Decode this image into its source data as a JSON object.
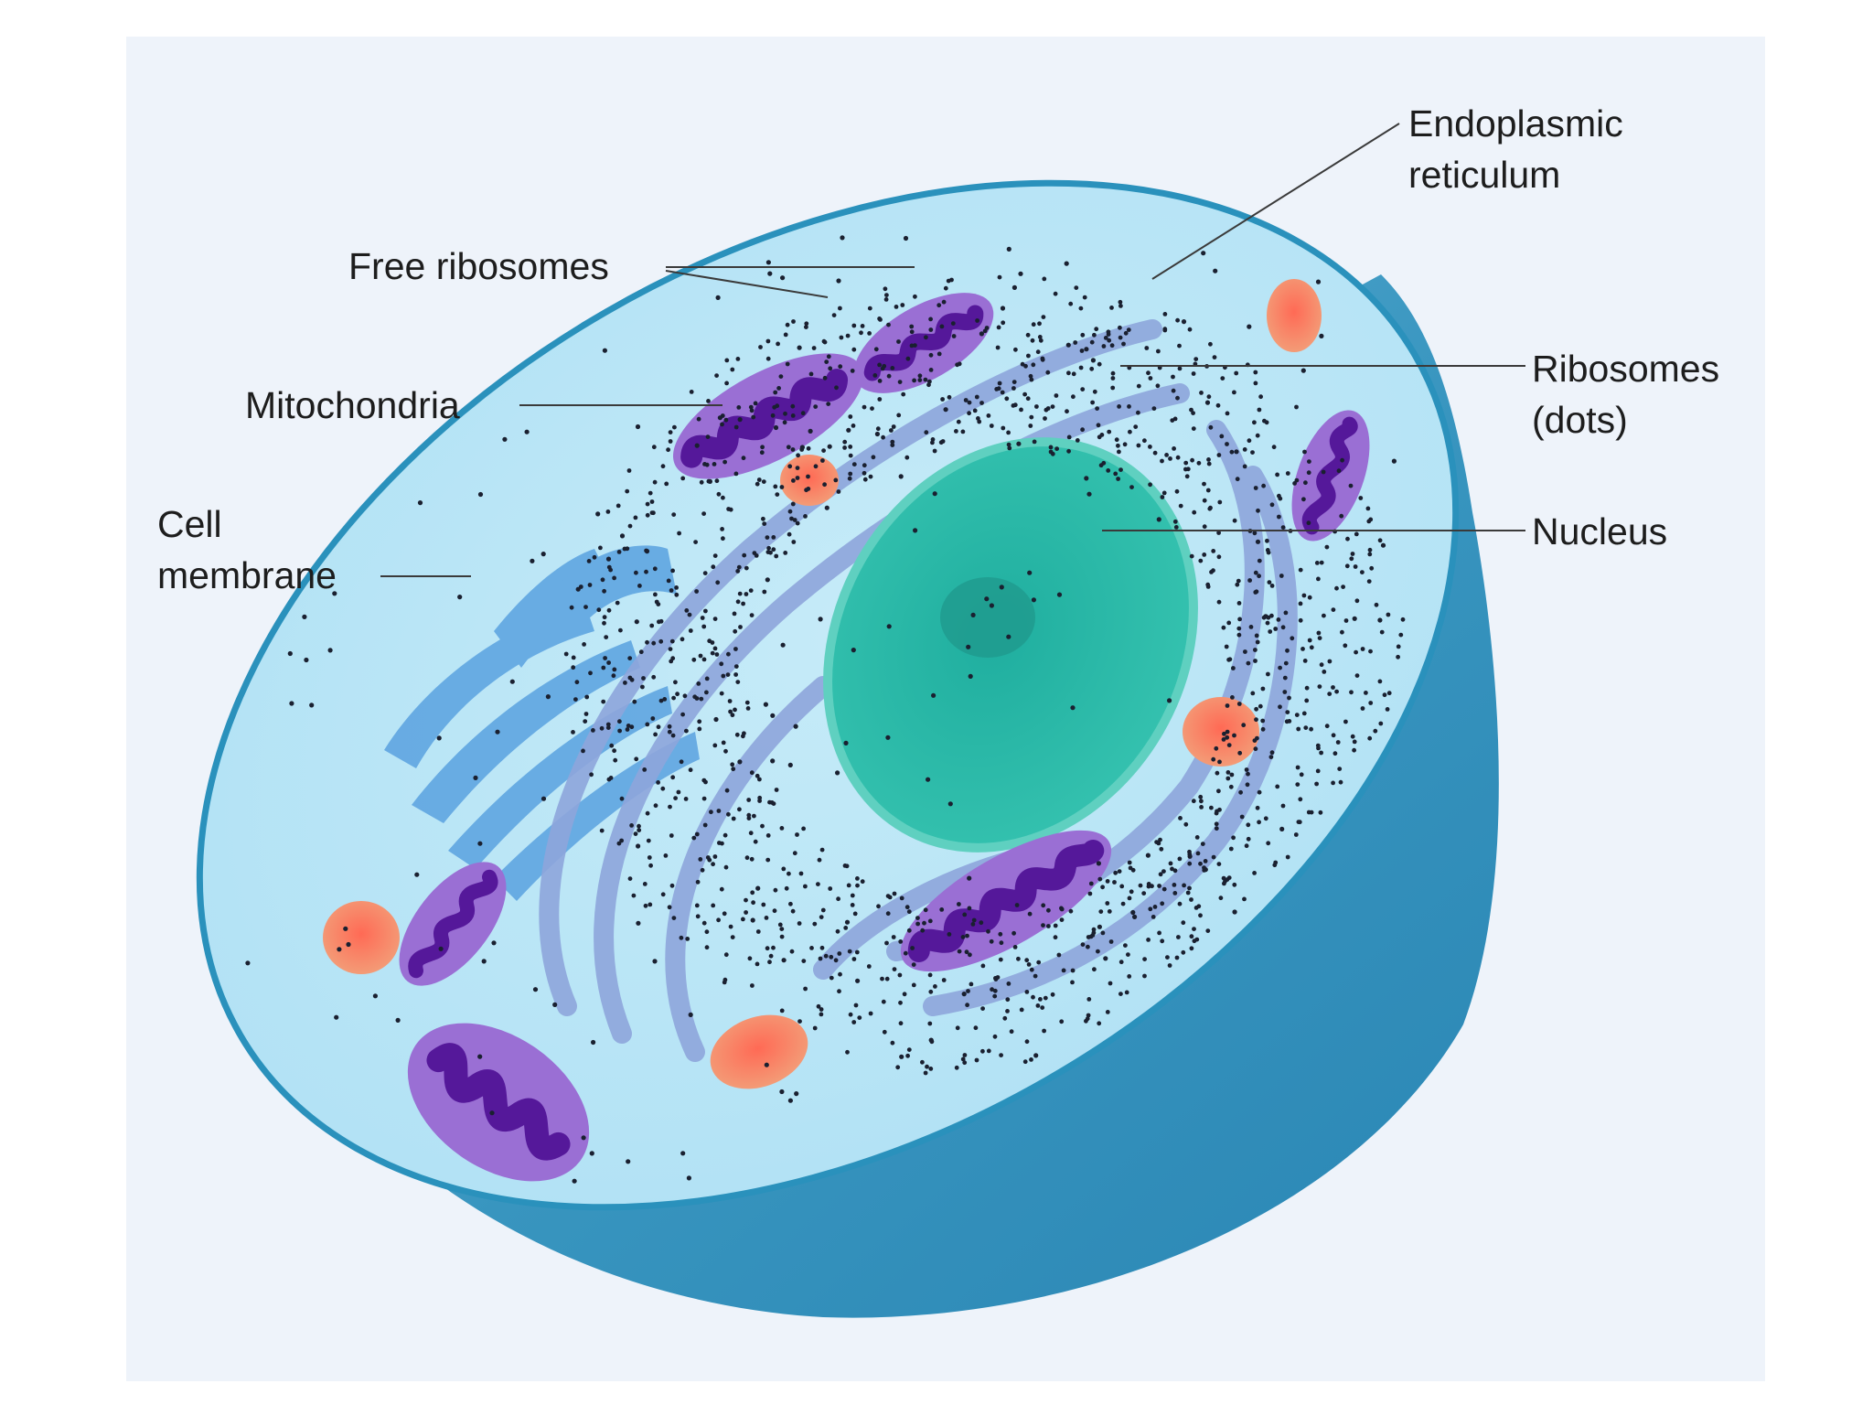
{
  "labels": {
    "endoplasmic_reticulum": [
      "Endoplasmic",
      "reticulum"
    ],
    "free_ribosomes": "Free ribosomes",
    "mitochondria": "Mitochondria",
    "cell_membrane": [
      "Cell",
      "membrane"
    ],
    "ribosomes": [
      "Ribosomes",
      "(dots)"
    ],
    "nucleus": "Nucleus"
  },
  "colors": {
    "background_panel": "#eef3fa",
    "cytoplasm": "#bfe6f6",
    "membrane_rim": "#2a91bc",
    "cell_body": "#3f9ec4",
    "nucleus": "#28b7a8",
    "nucleolus": "#1f9a8d",
    "er": "#8ea6dc",
    "mitochondria_outer": "#8a5ac8",
    "mitochondria_inner": "#55189a",
    "vesicle": "#f2665a",
    "golgi": "#4f97dc",
    "dots": "#1a2030"
  }
}
